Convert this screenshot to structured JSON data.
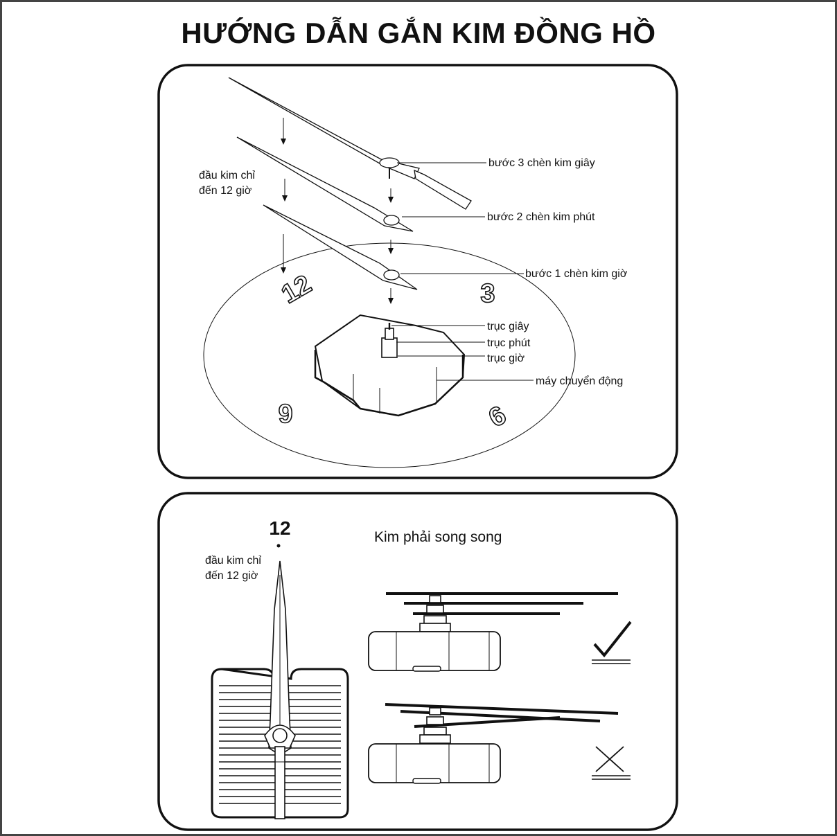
{
  "title": "HƯỚNG DẪN GẮN KIM ĐỒNG HỒ",
  "panel1": {
    "labels": {
      "step3": "bước 3 chèn kim giây",
      "step2": "bước 2 chèn kim phút",
      "step1": "bước 1 chèn kim giờ",
      "tip_line1": "đầu kim chỉ",
      "tip_line2": "đến 12 giờ",
      "shaft_second": "trục giây",
      "shaft_minute": "trục phút",
      "shaft_hour": "trục giờ",
      "movement": "máy chuyển động"
    },
    "dial_numbers": {
      "n12": "12",
      "n3": "3",
      "n6": "6",
      "n9": "9"
    }
  },
  "panel2": {
    "number12": "12",
    "tip_line1": "đầu kim chỉ",
    "tip_line2": "đến 12 giờ",
    "heading": "Kim phải song song",
    "correct_mark": "check-mark-icon",
    "wrong_mark": "cross-mark-icon"
  }
}
